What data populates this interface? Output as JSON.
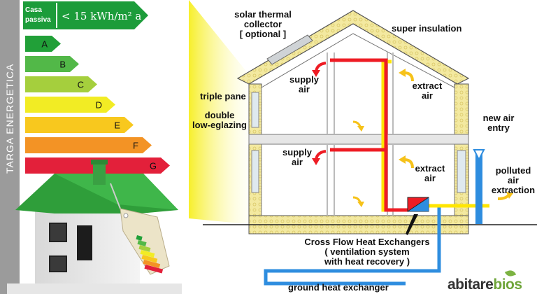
{
  "energy_label": {
    "vertical_title": "TARGA ENERGETICA",
    "top": {
      "badge": "Casa passiva",
      "value": "< 15 kWh/m² a"
    },
    "classes": [
      {
        "letter": "A",
        "color": "#21a038"
      },
      {
        "letter": "B",
        "color": "#52b848"
      },
      {
        "letter": "C",
        "color": "#a5cf3d"
      },
      {
        "letter": "D",
        "color": "#f2ec24"
      },
      {
        "letter": "E",
        "color": "#f8c81e"
      },
      {
        "letter": "F",
        "color": "#f39325"
      },
      {
        "letter": "G",
        "color": "#e3203a"
      }
    ]
  },
  "diagram": {
    "solar_collector": "solar thermal\ncollector\n[ optional ]",
    "super_insulation": "super insulation",
    "triple_pane": "triple pane",
    "double_glazing": "double\nlow-eglazing",
    "supply_air_top": "supply\nair",
    "supply_air_bottom": "supply\nair",
    "extract_air_top": "extract\nair",
    "extract_air_bottom": "extract\nair",
    "new_air_entry": "new air\nentry",
    "polluted_air": "polluted\nair\nextraction",
    "heat_exchangers": "Cross Flow Heat Exchangers\n( ventilation system\nwith heat recovery )",
    "ground_heat_exchanger": "ground heat exchanger"
  },
  "brand": {
    "part1": "abitare",
    "part2": "bios"
  },
  "colors": {
    "supply_duct": "#ee1c24",
    "extract_duct": "#ffe600",
    "fresh_air_duct": "#2e8ddf",
    "insulation": "#f3e9a0",
    "house_roof": "#2f9e3a"
  }
}
